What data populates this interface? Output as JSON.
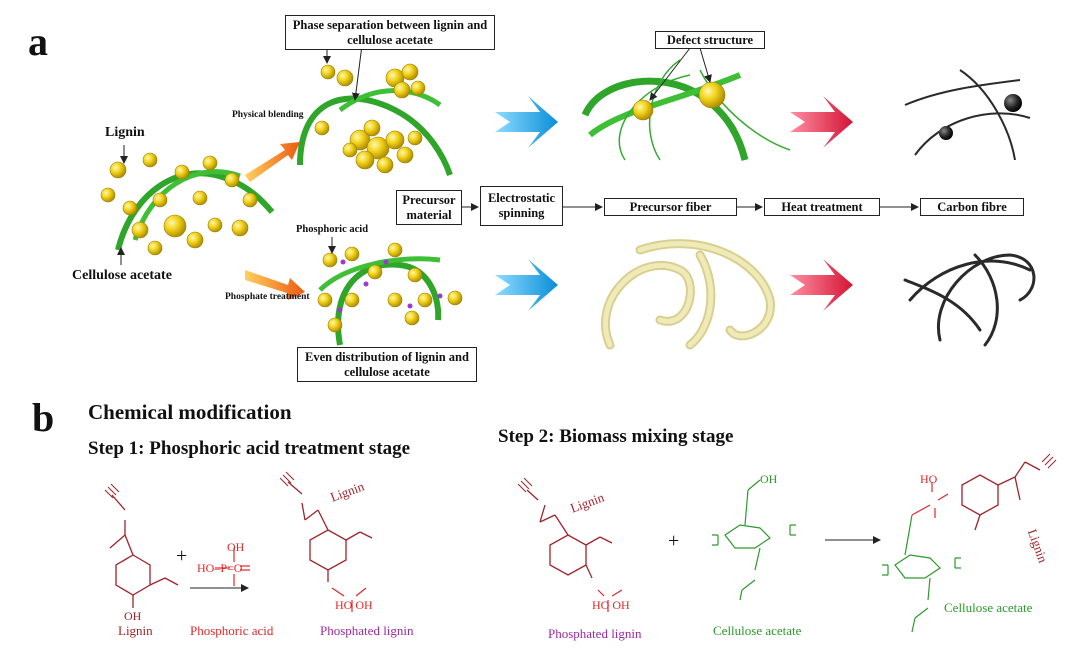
{
  "panel_a": {
    "letter": "a",
    "label_lignin": "Lignin",
    "label_cellulose_acetate": "Cellulose acetate",
    "label_physical_blending": "Physical blending",
    "label_phosphate_treatment": "Phosphate treatment",
    "label_phosphoric_acid": "Phosphoric acid",
    "box_phase_separation": "Phase separation between lignin and cellulose acetate",
    "box_even_distribution": "Even distribution of lignin and cellulose acetate",
    "box_defect_structure": "Defect structure",
    "flow": [
      "Precursor material",
      "Electrostatic spinning",
      "Precursor fiber",
      "Heat treatment",
      "Carbon fibre"
    ]
  },
  "panel_b": {
    "letter": "b",
    "title": "Chemical modification",
    "step1": "Step 1: Phosphoric acid treatment stage",
    "step2": "Step 2: Biomass mixing stage",
    "labels": {
      "lignin": "Lignin",
      "phosphoric_acid": "Phosphoric acid",
      "phosphated_lignin": "Phosphated lignin",
      "phosphated_lignin_2": "Phosphated lignin",
      "cellulose_acetate": "Cellulose acetate",
      "cellulose_acetate_2": "Cellulose acetate"
    },
    "ring_text": {
      "lignin_tag": "Lignin",
      "oh": "OH",
      "ho": "HO",
      "o": "O",
      "p": "P",
      "hopo": "HO–P=O",
      "ho_p_oh": "HO  OH"
    },
    "plus": "+"
  },
  "colors": {
    "fiber_green": "#2fa52a",
    "sphere_yellow": "#f2d21a",
    "blue_arrow": "#1fa6e6",
    "red_arrow": "#e8284a",
    "orange_arrow": "#f07a18",
    "lignin_red": "#a0232a",
    "acid_red": "#e0282a",
    "phosphated_purple": "#9a2aa0",
    "cellulose_green": "#2c9a2c",
    "precursor_cream": "#e8e2a8",
    "carbon_dark": "#2a2a2a"
  }
}
